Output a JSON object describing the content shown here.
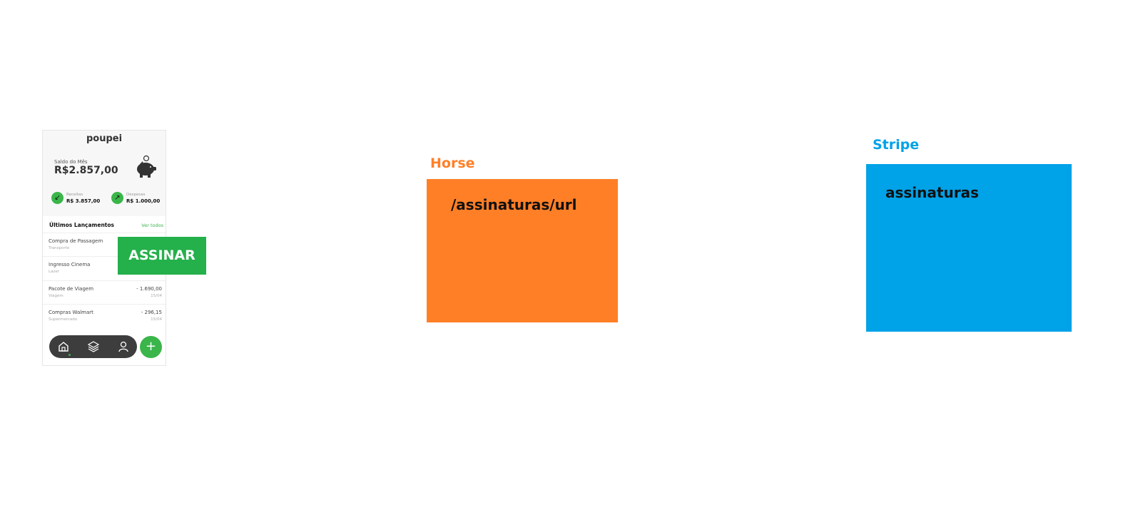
{
  "phone": {
    "app_title": "poupei",
    "balance_label": "Saldo do Mês",
    "balance_value": "R$2.857,00",
    "income": {
      "label": "Receitas",
      "value": "R$ 3.857,00"
    },
    "expense": {
      "label": "Despesas",
      "value": "R$ 1.000,00"
    },
    "launches_title": "Últimos Lançamentos",
    "see_all": "Ver todos",
    "rows": [
      {
        "name": "Compra de Passagem",
        "category": "Transporte",
        "amount": "",
        "date": ""
      },
      {
        "name": "Ingresso Cinema",
        "category": "Lazer",
        "amount": "",
        "date": ""
      },
      {
        "name": "Pacote de Viagem",
        "category": "Viagem",
        "amount": "- 1.690,00",
        "date": "15/04"
      },
      {
        "name": "Compras Walmart",
        "category": "Supermercado",
        "amount": "- 296,15",
        "date": "15/04"
      }
    ],
    "nav_icons": [
      "home-icon",
      "layers-icon",
      "user-icon"
    ],
    "fab_symbol": "+",
    "accent_color": "#3ab54a"
  },
  "subscribe_button": "ASSINAR",
  "horse": {
    "label": "Horse",
    "content": "/assinaturas/url",
    "color": "#ff7f27"
  },
  "stripe": {
    "label": "Stripe",
    "content": "assinaturas",
    "color": "#00a2e8"
  }
}
